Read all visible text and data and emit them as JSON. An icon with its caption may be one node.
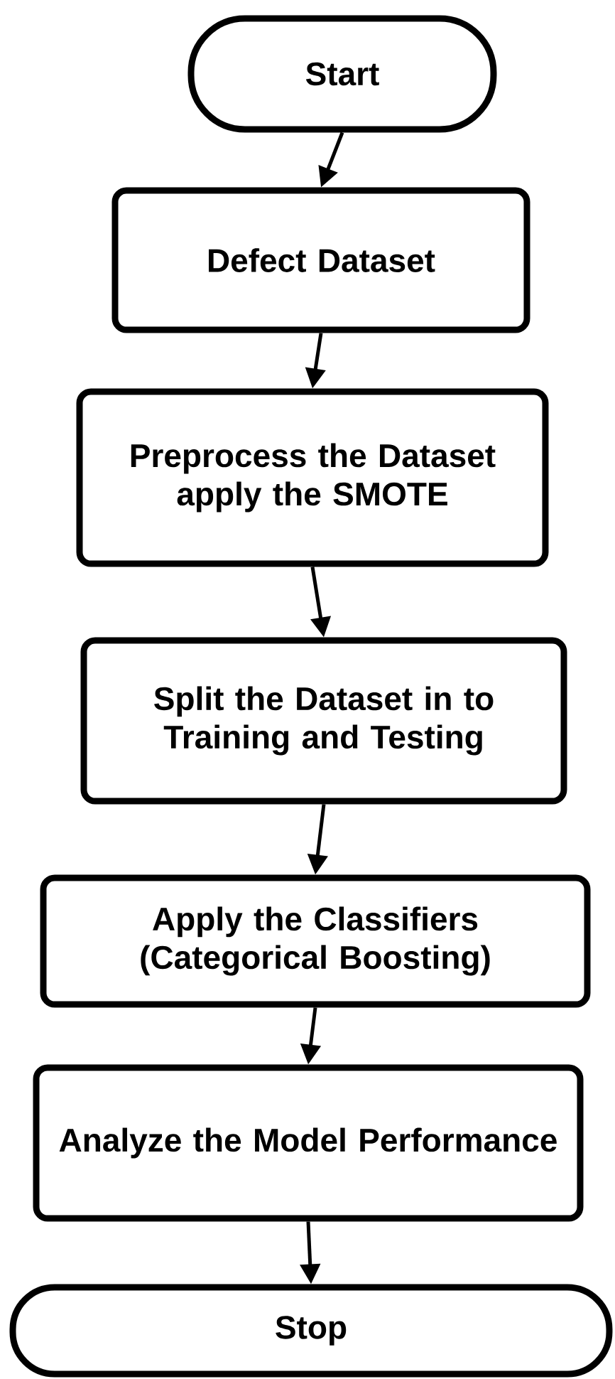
{
  "diagram": {
    "nodes": [
      {
        "text": [
          "Start"
        ]
      },
      {
        "text": [
          "Defect Dataset"
        ]
      },
      {
        "text": [
          "Preprocess the Dataset apply the SMOTE"
        ]
      },
      {
        "text": [
          "Split the Dataset in to Training and Testing"
        ]
      },
      {
        "text": [
          "Apply the Classifiers (Categorical Boosting)"
        ]
      },
      {
        "text": [
          "Analyze the Model Performance"
        ]
      },
      {
        "text": [
          "Stop"
        ]
      }
    ],
    "edges": [
      {
        "from": 0,
        "to": 1,
        "arrow": "to"
      },
      {
        "from": 1,
        "to": 2,
        "arrow": "to"
      },
      {
        "from": 2,
        "to": 3,
        "arrow": "to"
      },
      {
        "from": 3,
        "to": 4,
        "arrow": "to"
      },
      {
        "from": 4,
        "to": 5,
        "arrow": "to"
      },
      {
        "from": 5,
        "to": 6,
        "arrow": "to"
      }
    ]
  }
}
